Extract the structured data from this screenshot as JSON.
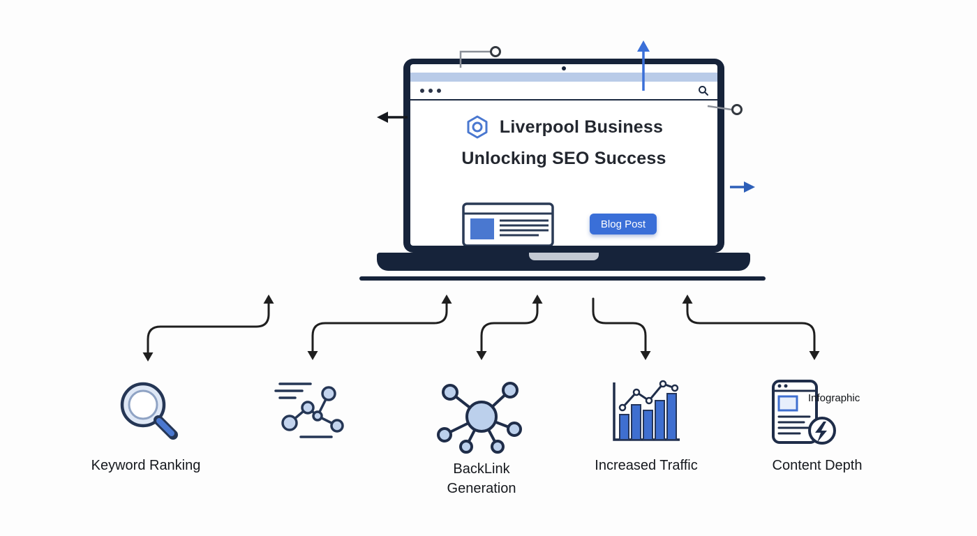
{
  "laptop": {
    "title_line1": "Liverpool Business",
    "title_line2": "Unlocking SEO Success",
    "button_label": "Blog Post"
  },
  "items": [
    {
      "id": "keyword-ranking",
      "label": "Keyword Ranking",
      "icon": "magnifier-icon"
    },
    {
      "id": "analytics-route",
      "label": "",
      "icon": "scatter-route-icon"
    },
    {
      "id": "backlink-generation",
      "label": "BackLink\nGeneration",
      "icon": "network-icon"
    },
    {
      "id": "increased-traffic",
      "label": "Increased Traffic",
      "icon": "bar-chart-icon"
    },
    {
      "id": "content-depth",
      "label": "Content Depth",
      "icon": "document-bolt-icon",
      "callout": "Infographic"
    }
  ],
  "colors": {
    "accent_blue": "#3a6fd8",
    "light_blue": "#bcd0ec",
    "dark_navy": "#16233a",
    "ink": "#1f1f1f"
  }
}
